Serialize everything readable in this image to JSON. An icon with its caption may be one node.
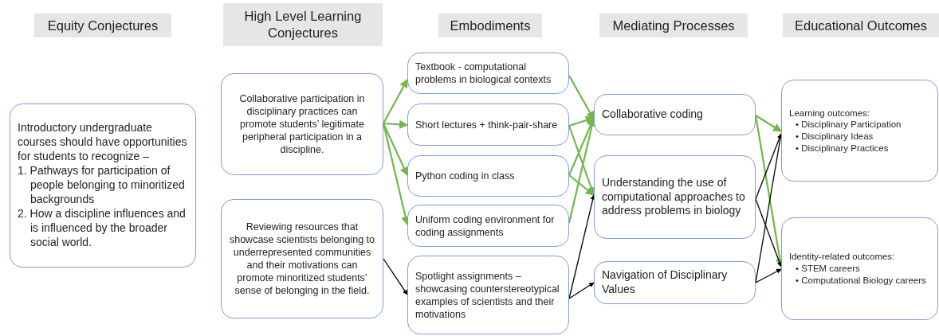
{
  "diagram": {
    "nodes": [
      {
        "text": [
          "Equity Conjectures"
        ]
      },
      {
        "text": [
          "High Level Learning Conjectures"
        ]
      },
      {
        "text": [
          "Embodiments"
        ]
      },
      {
        "text": [
          "Mediating Processes"
        ]
      },
      {
        "text": [
          "Educational Outcomes"
        ]
      },
      {
        "text": [
          "Introductory undergraduate courses should have opportunities for students to recognize –",
          "1. Pathways for participation of people belonging to minoritized backgrounds",
          "2. How a discipline influences and is influenced by the broader social world."
        ]
      },
      {
        "text": [
          "Collaborative participation in disciplinary practices can promote students’ legitimate peripheral participation in a discipline."
        ]
      },
      {
        "text": [
          "Reviewing resources that showcase scientists belonging to underrepresented communities and their motivations can promote minoritized students’ sense of belonging in the field."
        ]
      },
      {
        "text": [
          "Textbook - computational problems in biological contexts"
        ]
      },
      {
        "text": [
          "Short lectures + think-pair-share"
        ]
      },
      {
        "text": [
          "Python coding in class"
        ]
      },
      {
        "text": [
          "Uniform coding environment for coding assignments"
        ]
      },
      {
        "text": [
          "Spotlight assignments – showcasing counterstereotypical examples of scientists and their motivations"
        ]
      },
      {
        "text": [
          "Collaborative coding"
        ]
      },
      {
        "text": [
          "Understanding the use of computational approaches to address problems in biology"
        ]
      },
      {
        "text": [
          "Navigation of Disciplinary Values"
        ]
      },
      {
        "text": [
          "Learning outcomes:",
          "• Disciplinary Participation",
          "• Disciplinary Ideas",
          "• Disciplinary Practices"
        ]
      },
      {
        "text": [
          "Identity-related outcomes:",
          "• STEM careers",
          "• Computational Biology careers"
        ]
      }
    ],
    "edges": [
      {
        "from": 6,
        "to": 8,
        "arrow": "to"
      },
      {
        "from": 6,
        "to": 9,
        "arrow": "to"
      },
      {
        "from": 6,
        "to": 10,
        "arrow": "to"
      },
      {
        "from": 6,
        "to": 11,
        "arrow": "to"
      },
      {
        "from": 7,
        "to": 12,
        "arrow": "to",
        "color": "#000000"
      },
      {
        "from": 8,
        "to": 13,
        "arrow": "to"
      },
      {
        "from": 9,
        "to": 13,
        "arrow": "to"
      },
      {
        "from": 9,
        "to": 14,
        "arrow": "to"
      },
      {
        "from": 10,
        "to": 13,
        "arrow": "to"
      },
      {
        "from": 10,
        "to": 14,
        "arrow": "to"
      },
      {
        "from": 11,
        "to": 13,
        "arrow": "to"
      },
      {
        "from": 12,
        "to": 14,
        "arrow": "to",
        "color": "#000000"
      },
      {
        "from": 12,
        "to": 15,
        "arrow": "to",
        "color": "#000000"
      },
      {
        "from": 13,
        "to": 16,
        "arrow": "to"
      },
      {
        "from": 13,
        "to": 17,
        "arrow": "to"
      },
      {
        "from": 14,
        "to": 16,
        "arrow": "to",
        "color": "#000000"
      },
      {
        "from": 14,
        "to": 17,
        "arrow": "to",
        "color": "#000000"
      },
      {
        "from": 15,
        "to": 16,
        "arrow": "to",
        "color": "#000000"
      },
      {
        "from": 15,
        "to": 17,
        "arrow": "to",
        "color": "#000000"
      }
    ]
  }
}
